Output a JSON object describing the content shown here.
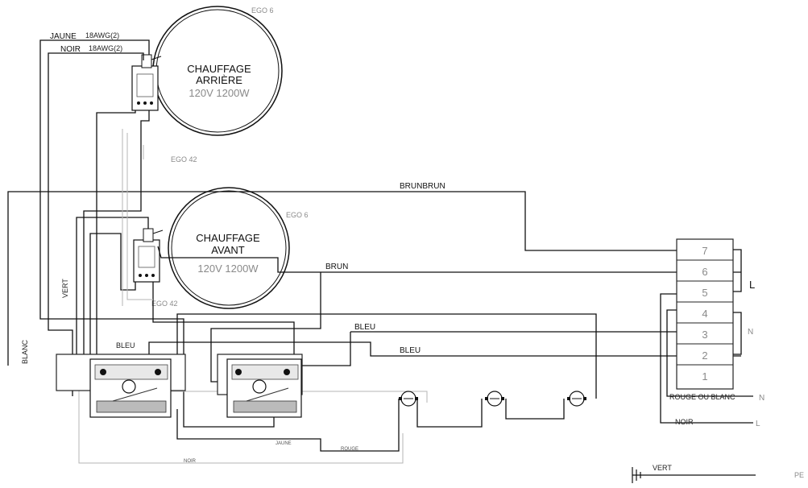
{
  "elements": {
    "ego6_top": "EGO 6",
    "ego6_mid": "EGO 6",
    "ego42_top": "EGO 42",
    "ego42_mid": "EGO 42",
    "rear_line1": "CHAUFFAGE",
    "rear_line2": "ARRIÈRE",
    "rear_rating": "120V 1200W",
    "front_line1": "CHAUFFAGE",
    "front_line2": "AVANT",
    "front_rating": "120V 1200W"
  },
  "wires": {
    "jaune": "JAUNE",
    "noir_top": "NOIR",
    "brunbrun": "BRUNBRUN",
    "brun": "BRUN",
    "bleu_1": "BLEU",
    "bleu_2": "BLEU",
    "bleu_small": "BLEU",
    "vert_vertical": "VERT",
    "blanc_vertical": "BLANC",
    "rouge_ou_blanc": "ROUGE OU BLANC",
    "noir_bottom": "NOIR",
    "vert_ground": "VERT",
    "jaune_bottom": "JAUNE",
    "rouge_bottom": "ROUGE",
    "noir_bottom_left": "NOIR"
  },
  "terminal_block": {
    "numbers": [
      "7",
      "6",
      "5",
      "4",
      "3",
      "2",
      "1"
    ],
    "label_l": "L",
    "label_n": "N",
    "label_l2": "L",
    "label_n2": "N",
    "label_pe": "PE"
  }
}
